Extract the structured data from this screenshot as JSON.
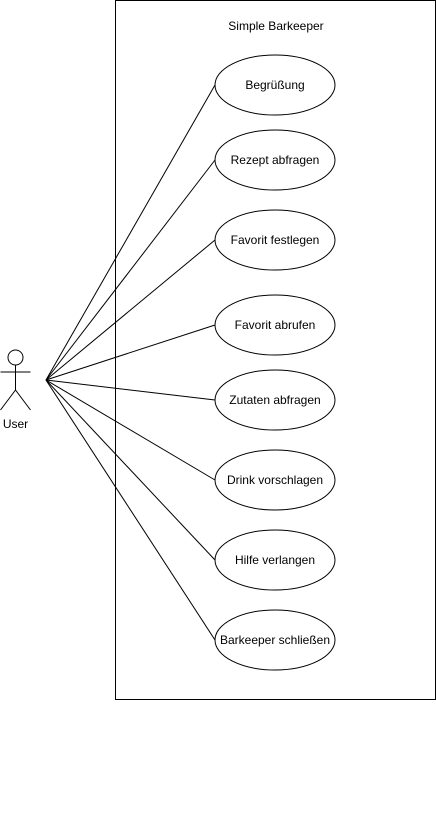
{
  "system": {
    "title": "Simple Barkeeper"
  },
  "actor": {
    "label": "User"
  },
  "use_cases": [
    {
      "label": "Begrüßung"
    },
    {
      "label": "Rezept abfragen"
    },
    {
      "label": "Favorit festlegen"
    },
    {
      "label": "Favorit abrufen"
    },
    {
      "label": "Zutaten abfragen"
    },
    {
      "label": "Drink vorschlagen"
    },
    {
      "label": "Hilfe verlangen"
    },
    {
      "label": "Barkeeper schließen"
    }
  ],
  "colors": {
    "stroke": "#000000",
    "fill": "#ffffff",
    "text": "#000000"
  }
}
